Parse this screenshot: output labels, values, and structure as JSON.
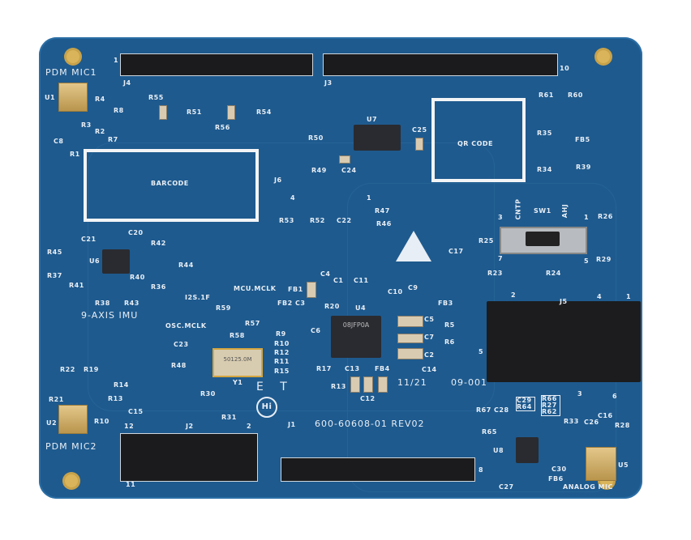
{
  "board": {
    "color": "#1e5a8e",
    "silkscreen": "#e8eef5",
    "part_number": "600-60608-01 REV02",
    "date_code": "11/21",
    "serial": "09-001",
    "barcode_label": "BARCODE",
    "qr_label": "QR CODE",
    "logo_letters": "E T",
    "logo_mark": "Hi"
  },
  "labels": [
    "PDM MIC1",
    "U1",
    "R4",
    "R8",
    "R3",
    "R2",
    "R7",
    "C8",
    "R1",
    "J4",
    "J3",
    "R55",
    "R51",
    "R56",
    "R54",
    "R50",
    "U7",
    "C25",
    "R49",
    "C24",
    "J6",
    "R53",
    "R52",
    "C22",
    "R47",
    "R46",
    "R61",
    "R60",
    "R35",
    "FB5",
    "R34",
    "R39",
    "SW1",
    "CNTP",
    "AHJ",
    "R26",
    "R29",
    "R25",
    "C17",
    "R23",
    "R24",
    "C20",
    "C21",
    "R45",
    "U6",
    "R42",
    "R44",
    "R37",
    "R40",
    "R41",
    "R36",
    "R38",
    "R43",
    "9-AXIS IMU",
    "I2S.1F",
    "R59",
    "MCU.MCLK",
    "OSC.MCLK",
    "R58",
    "R57",
    "FB1",
    "C4",
    "C1",
    "C11",
    "FB2",
    "C3",
    "R20",
    "U4",
    "C6",
    "R9",
    "R10",
    "R12",
    "R11",
    "R15",
    "C23",
    "R48",
    "Y1",
    "C10",
    "C9",
    "FB3",
    "C5",
    "R5",
    "C7",
    "R6",
    "C2",
    "C14",
    "R17",
    "R13",
    "C13",
    "FB4",
    "C12",
    "J5",
    "R22",
    "R19",
    "R14",
    "R21",
    "R13",
    "R10",
    "C15",
    "R30",
    "R31",
    "J2",
    "U2",
    "PDM MIC2",
    "J1",
    "R67",
    "C28",
    "C29 R64",
    "R66 R27 R62",
    "R33",
    "C26",
    "C16",
    "R28",
    "R65",
    "U8",
    "C30",
    "FB6",
    "C27",
    "U5",
    "ANALOG MIC"
  ],
  "pin_numbers": [
    "1",
    "10",
    "4",
    "1",
    "3",
    "1",
    "7",
    "5",
    "2",
    "4",
    "1",
    "5",
    "3",
    "6",
    "12",
    "2",
    "11",
    "8"
  ],
  "chip_markings": {
    "u4": "08JFP0A",
    "crystal": "50125.0M"
  }
}
